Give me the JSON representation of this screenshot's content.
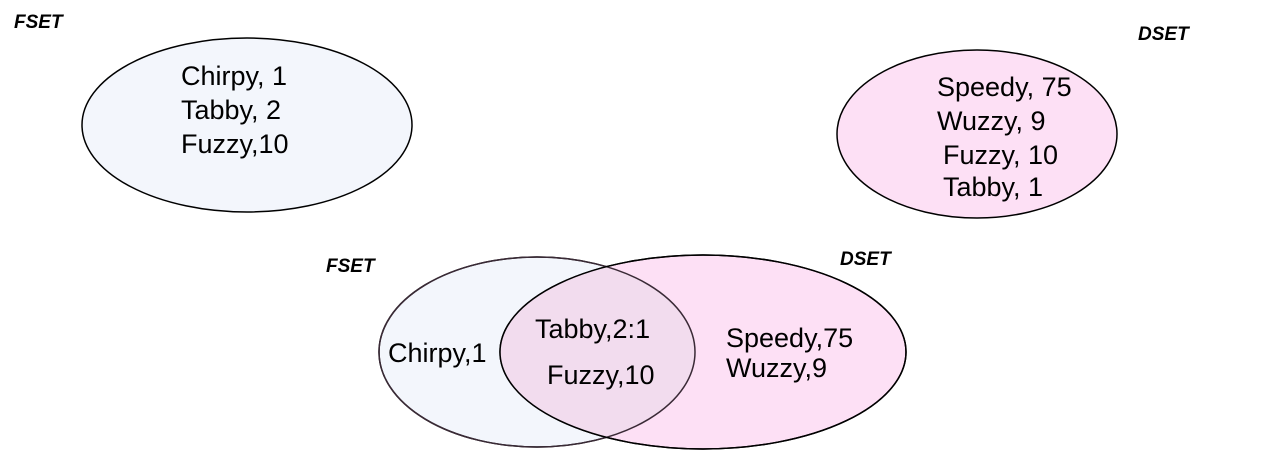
{
  "colors": {
    "fset_fill": "#f3f6fc",
    "dset_fill": "#fde0f5",
    "overlap_fill": "#f2dcee",
    "stroke": "#000000"
  },
  "top": {
    "fset": {
      "label": "FSET",
      "items": [
        "Chirpy, 1",
        "Tabby, 2",
        "Fuzzy,10"
      ]
    },
    "dset": {
      "label": "DSET",
      "items": [
        "Speedy, 75",
        "Wuzzy, 9",
        "Fuzzy, 10",
        "Tabby, 1"
      ]
    }
  },
  "venn": {
    "fset_label": "FSET",
    "dset_label": "DSET",
    "fset_only": [
      "Chirpy,1"
    ],
    "intersection": [
      "Tabby,2:1",
      "Fuzzy,10"
    ],
    "dset_only": [
      "Speedy,75",
      "Wuzzy,9"
    ]
  }
}
